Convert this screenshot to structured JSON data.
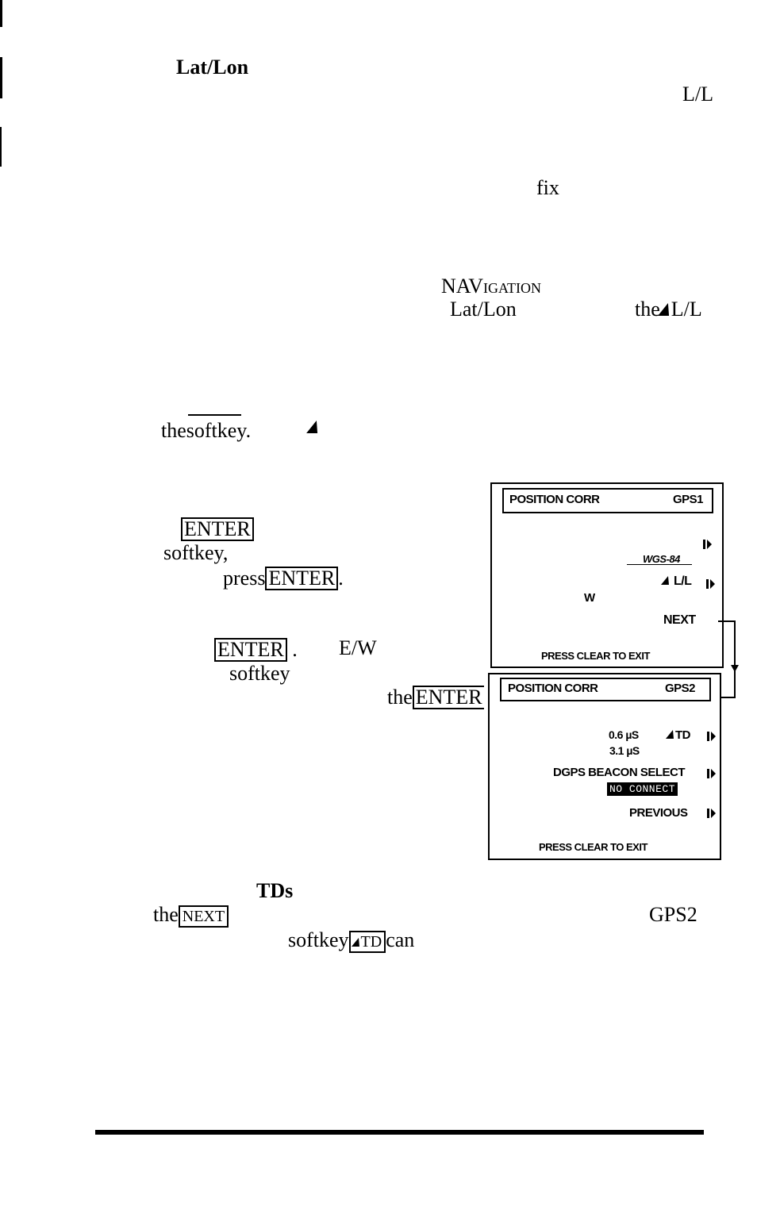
{
  "text": {
    "heading_latlon": "Lat/Lon",
    "ll_right": "L/L",
    "fix": "fix",
    "navigation": "NAVigation",
    "latlon2": "Lat/Lon",
    "the_ll": "L/L",
    "the_ll_prefix": "the",
    "the_softkey": "the",
    "softkey_word": "softkey.",
    "softkey_comma": "softkey,",
    "press": "press",
    "period": ".",
    "ew": "E/W",
    "softkey": "softkey",
    "the_enter_prefix": "the",
    "heading_tds": "TDs",
    "the_next_prefix": "the",
    "gps2": "GPS2",
    "softkey_td_prefix": "softkey",
    "can": "can"
  },
  "keys": {
    "enter": "ENTER",
    "next": "NEXT",
    "td": "TD"
  },
  "screen1": {
    "title": "POSITION CORR",
    "page": "GPS1",
    "datum": "WGS-84",
    "ll_softkey": "L/L",
    "w": "W",
    "next": "NEXT",
    "footer": "PRESS CLEAR TO EXIT"
  },
  "screen2": {
    "title": "POSITION CORR",
    "page": "GPS2",
    "td1": "0.6 µS",
    "td_softkey": "TD",
    "td2": "3.1 µS",
    "beacon": "DGPS BEACON SELECT",
    "status": "NO CONNECT",
    "previous": "PREVIOUS",
    "footer": "PRESS CLEAR TO EXIT"
  }
}
